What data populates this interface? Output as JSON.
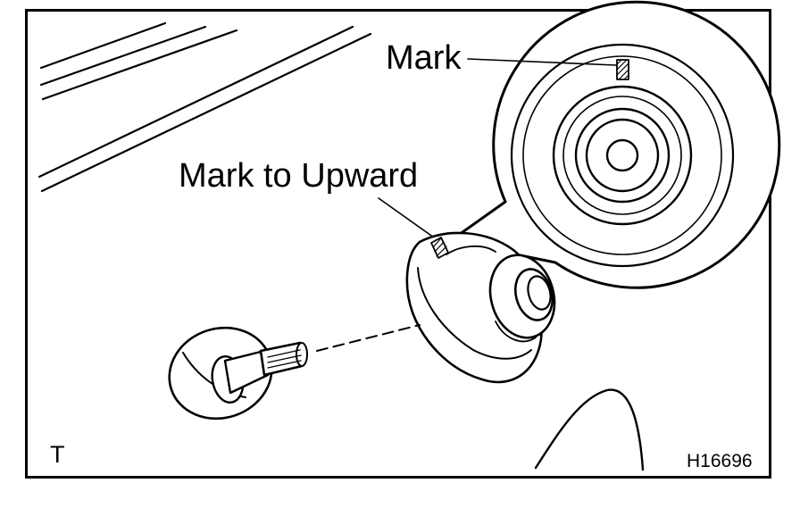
{
  "labels": {
    "mark": "Mark",
    "mark_to_upward": "Mark to Upward",
    "corner_letter": "T",
    "figure_code": "H16696"
  },
  "colors": {
    "ink": "#000000",
    "paper": "#ffffff"
  }
}
